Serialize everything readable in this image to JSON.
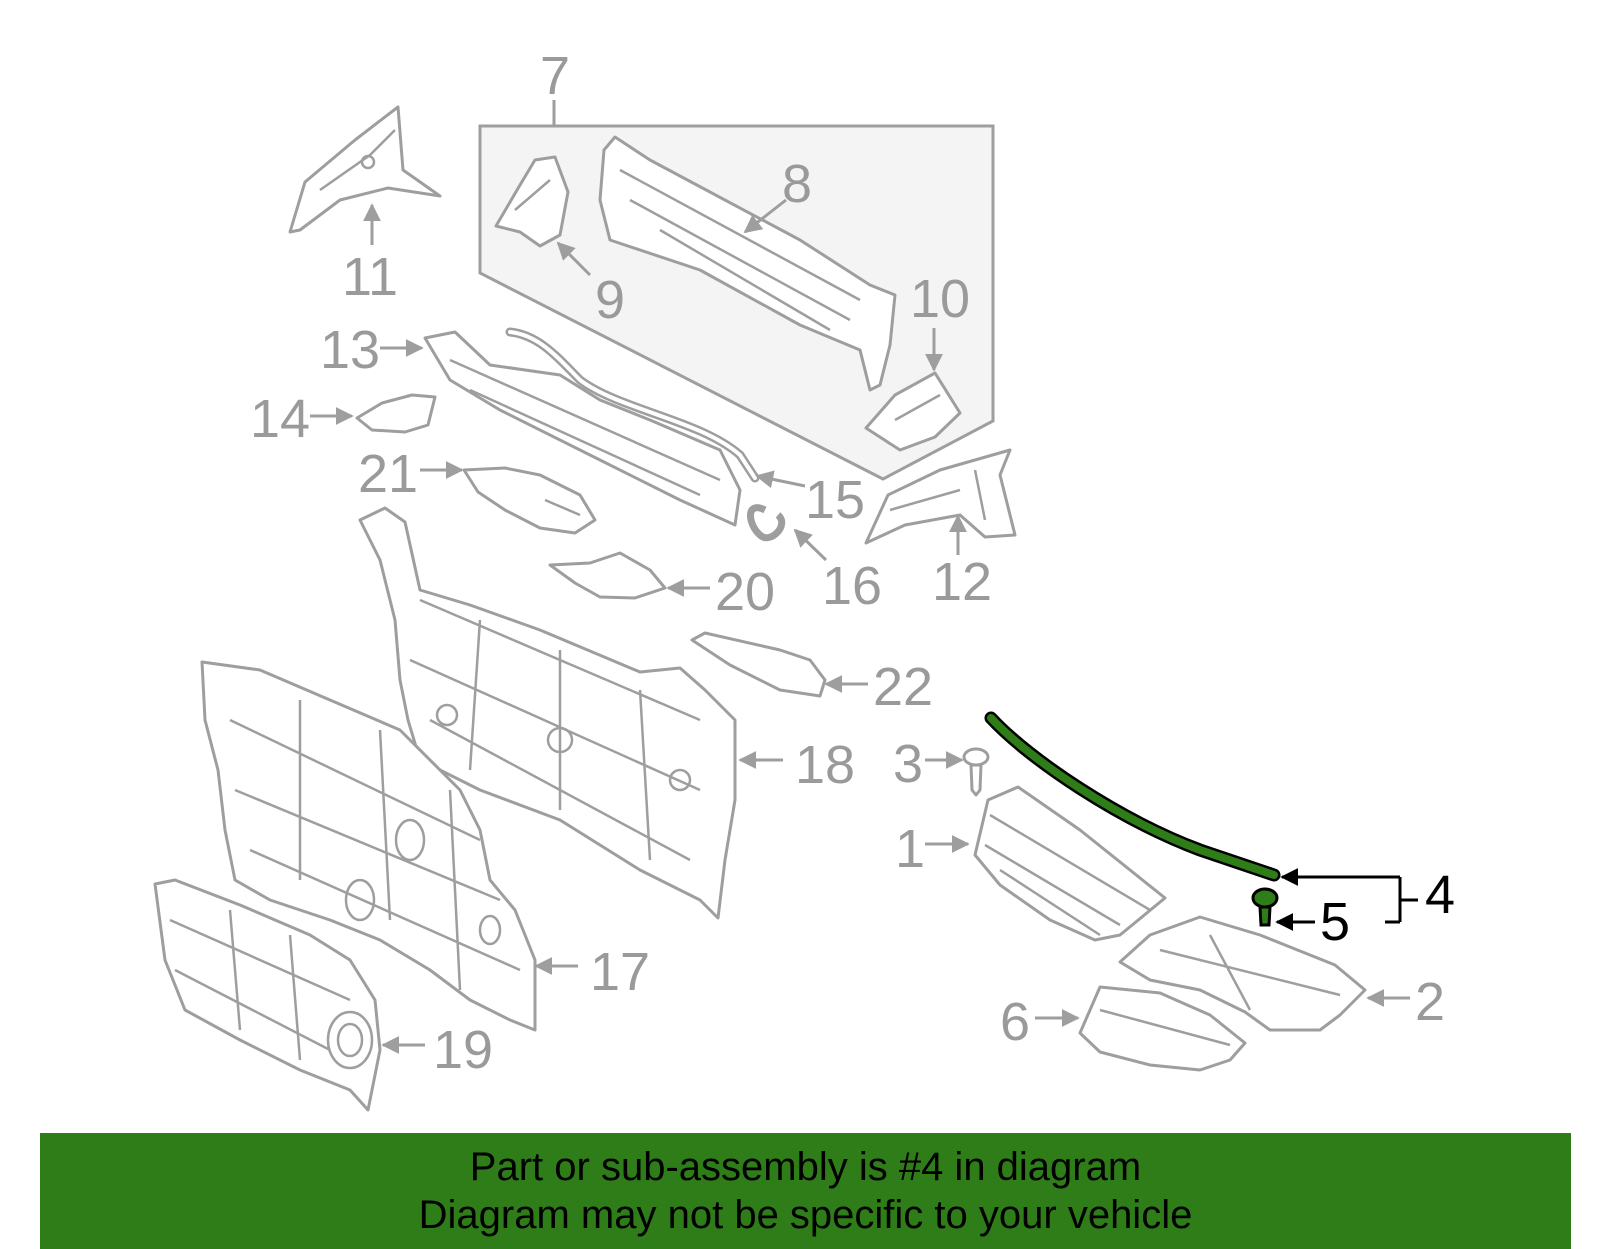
{
  "diagram": {
    "callouts": [
      {
        "id": "1",
        "label": "1"
      },
      {
        "id": "2",
        "label": "2"
      },
      {
        "id": "3",
        "label": "3"
      },
      {
        "id": "4",
        "label": "4",
        "highlighted": true
      },
      {
        "id": "5",
        "label": "5",
        "highlighted": true
      },
      {
        "id": "6",
        "label": "6"
      },
      {
        "id": "7",
        "label": "7"
      },
      {
        "id": "8",
        "label": "8"
      },
      {
        "id": "9",
        "label": "9"
      },
      {
        "id": "10",
        "label": "10"
      },
      {
        "id": "11",
        "label": "11"
      },
      {
        "id": "12",
        "label": "12"
      },
      {
        "id": "13",
        "label": "13"
      },
      {
        "id": "14",
        "label": "14"
      },
      {
        "id": "15",
        "label": "15"
      },
      {
        "id": "16",
        "label": "16"
      },
      {
        "id": "17",
        "label": "17"
      },
      {
        "id": "18",
        "label": "18"
      },
      {
        "id": "19",
        "label": "19"
      },
      {
        "id": "20",
        "label": "20"
      },
      {
        "id": "21",
        "label": "21"
      },
      {
        "id": "22",
        "label": "22"
      }
    ],
    "highlight_color": "#2e7d19",
    "part_outline_color": "#9e9e9e"
  },
  "banner": {
    "line1": "Part or sub-assembly is #4 in diagram",
    "line2": "Diagram may not be specific to your vehicle",
    "background_color": "#2e7d19"
  }
}
